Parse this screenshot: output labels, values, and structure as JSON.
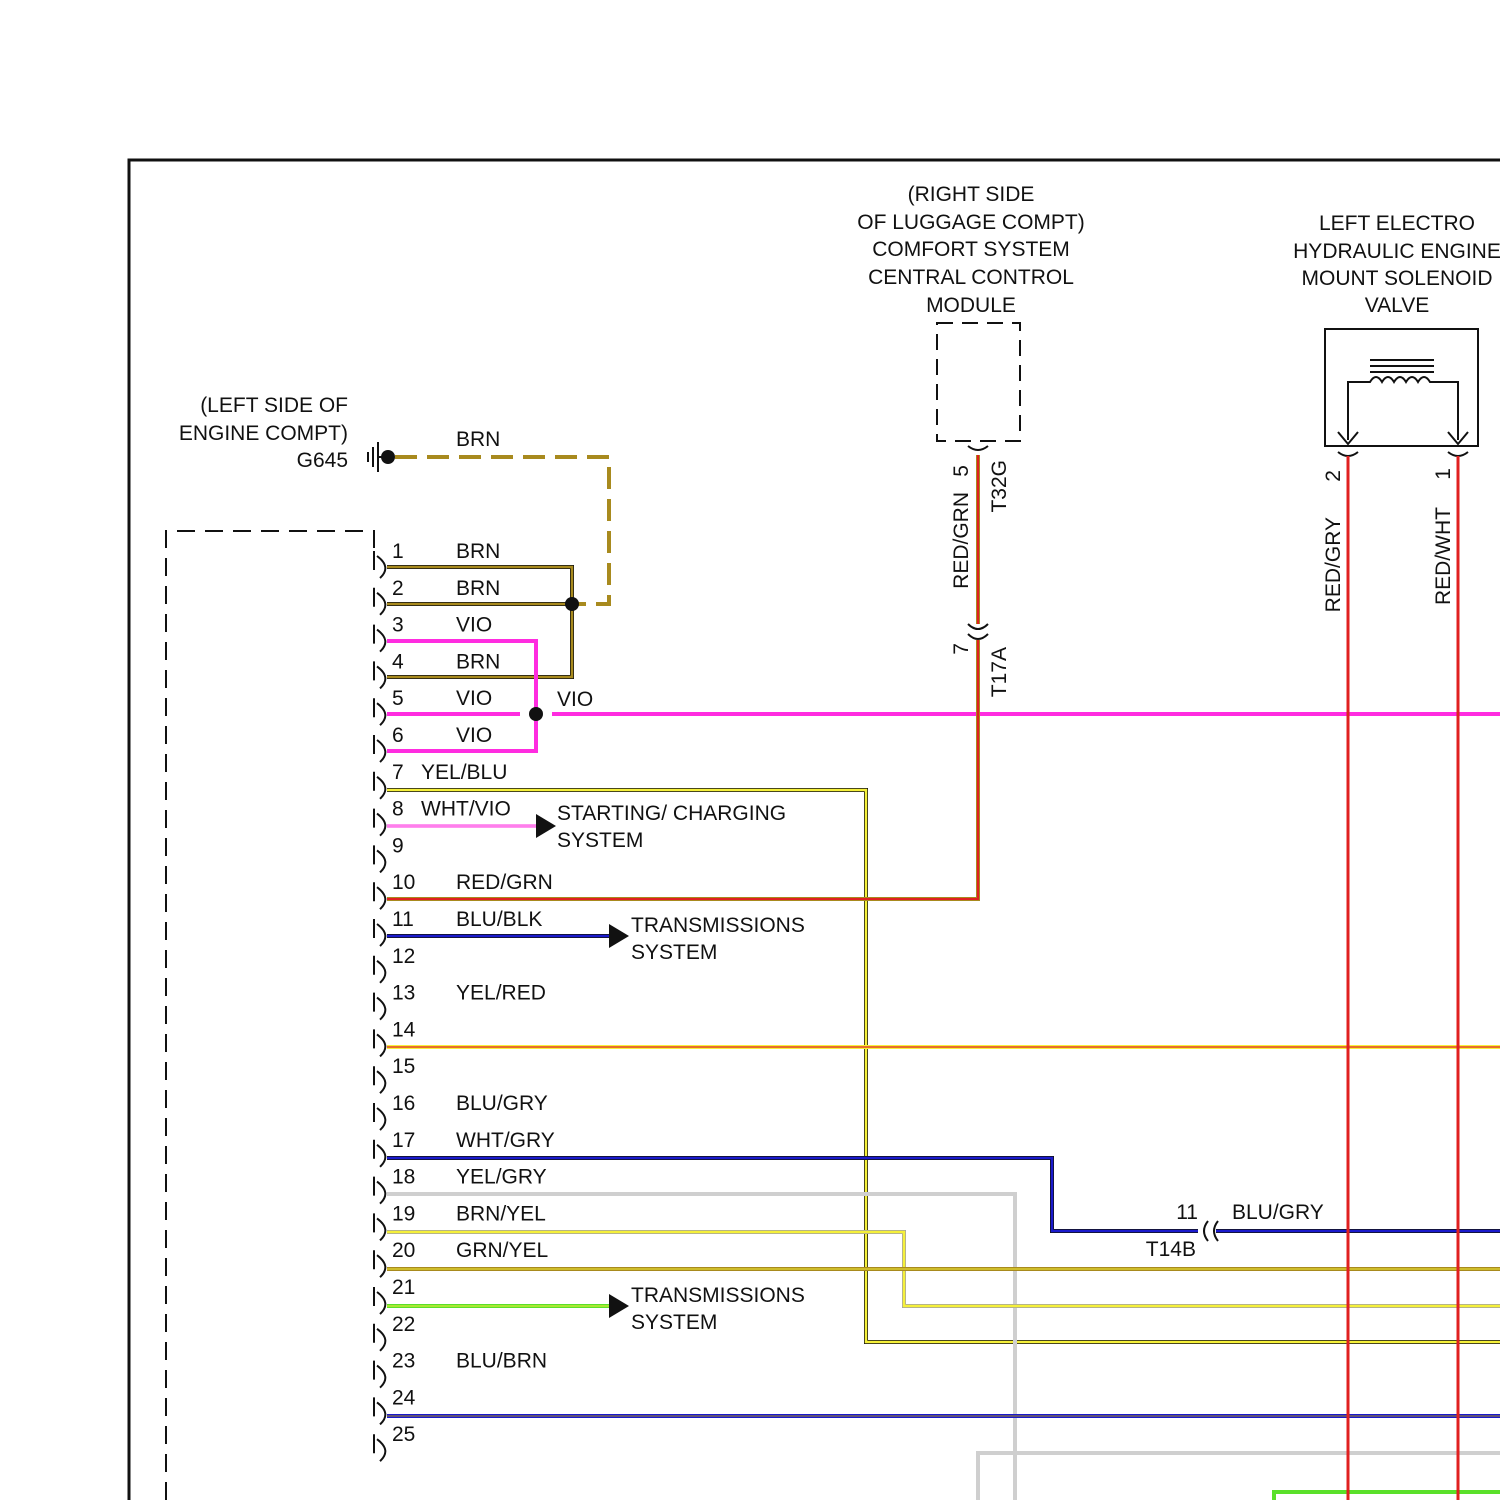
{
  "ground": {
    "location_lines": [
      "(LEFT SIDE OF",
      "ENGINE COMPT)"
    ],
    "id": "G645",
    "wire_color_label": "BRN"
  },
  "comfort_module": {
    "title_lines": [
      "(RIGHT SIDE",
      "OF LUGGAGE COMPT)",
      "COMFORT SYSTEM",
      "CENTRAL CONTROL",
      "MODULE"
    ],
    "connector": "T32G",
    "pin": "5",
    "wire": "RED/GRN"
  },
  "inline_connector_t17a": {
    "name": "T17A",
    "pin": "7"
  },
  "solenoid": {
    "title_lines": [
      "LEFT ELECTRO",
      "HYDRAULIC ENGINE",
      "MOUNT SOLENOID",
      "VALVE"
    ],
    "pins": [
      {
        "pin": "2",
        "wire": "RED/GRY"
      },
      {
        "pin": "1",
        "wire": "RED/WHT"
      }
    ]
  },
  "vio_branch_label": "VIO",
  "destinations": {
    "starting_charging": [
      "STARTING/ CHARGING",
      "SYSTEM"
    ],
    "transmissions_a": [
      "TRANSMISSIONS",
      "SYSTEM"
    ],
    "transmissions_b": [
      "TRANSMISSIONS",
      "SYSTEM"
    ]
  },
  "inline_connector_t14b": {
    "name": "T14B",
    "pin": "11",
    "wire": "BLU/GRY"
  },
  "connector_pins": [
    {
      "num": "1",
      "wire": "BRN"
    },
    {
      "num": "2",
      "wire": "BRN"
    },
    {
      "num": "3",
      "wire": "VIO"
    },
    {
      "num": "4",
      "wire": "BRN"
    },
    {
      "num": "5",
      "wire": "VIO"
    },
    {
      "num": "6",
      "wire": "VIO"
    },
    {
      "num": "7",
      "wire": "YEL/BLU"
    },
    {
      "num": "8",
      "wire": "WHT/VIO"
    },
    {
      "num": "9",
      "wire": ""
    },
    {
      "num": "10",
      "wire": "RED/GRN"
    },
    {
      "num": "11",
      "wire": "BLU/BLK"
    },
    {
      "num": "12",
      "wire": ""
    },
    {
      "num": "13",
      "wire": "YEL/RED"
    },
    {
      "num": "14",
      "wire": ""
    },
    {
      "num": "15",
      "wire": ""
    },
    {
      "num": "16",
      "wire": "BLU/GRY"
    },
    {
      "num": "17",
      "wire": "WHT/GRY"
    },
    {
      "num": "18",
      "wire": "YEL/GRY"
    },
    {
      "num": "19",
      "wire": "BRN/YEL"
    },
    {
      "num": "20",
      "wire": "GRN/YEL"
    },
    {
      "num": "21",
      "wire": ""
    },
    {
      "num": "22",
      "wire": ""
    },
    {
      "num": "23",
      "wire": "BLU/BRN"
    },
    {
      "num": "24",
      "wire": ""
    },
    {
      "num": "25",
      "wire": ""
    }
  ],
  "colors": {
    "brn": "#a88a1e",
    "vio": "#ff2ce0",
    "red": "#e02020",
    "blu": "#1a1acc",
    "yel": "#f5f03a",
    "wht_gry": "#cfcfcf",
    "grn": "#5ae02a",
    "black": "#111111"
  }
}
